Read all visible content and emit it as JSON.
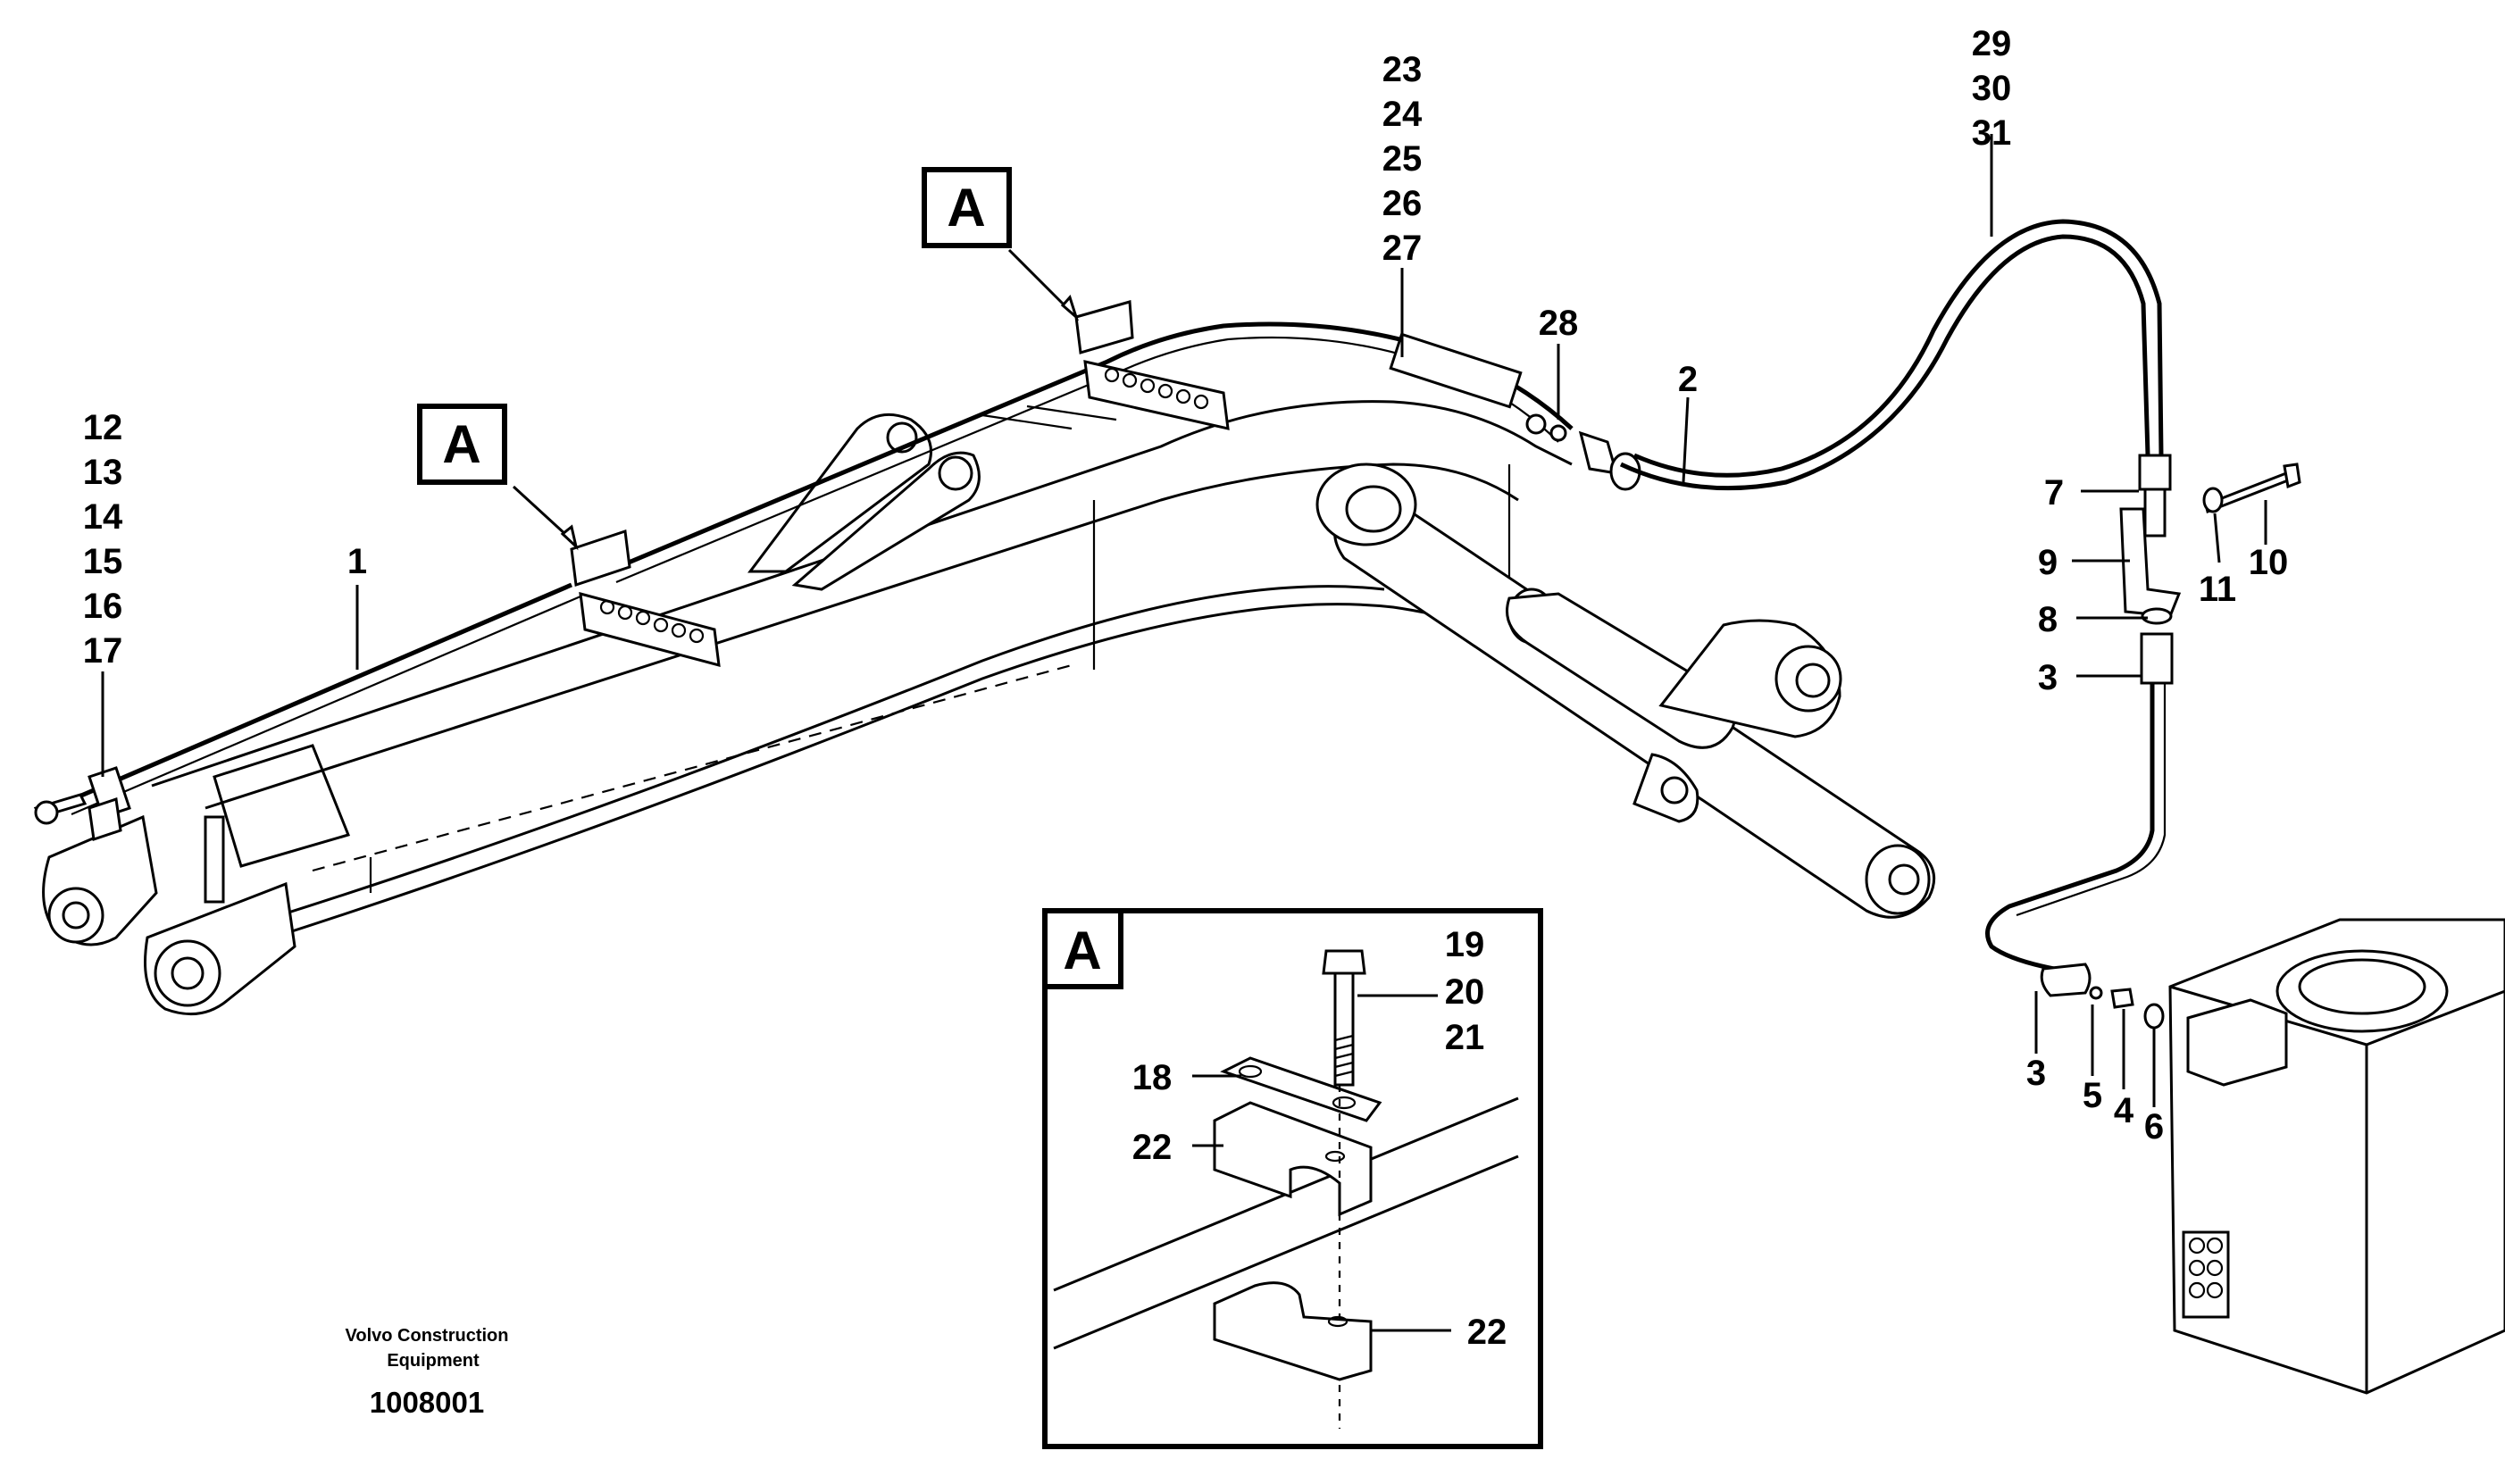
{
  "labels": {
    "c12": "12",
    "c13": "13",
    "c14": "14",
    "c15": "15",
    "c16": "16",
    "c17": "17",
    "c1": "1",
    "c2": "2",
    "c23": "23",
    "c24": "24",
    "c25": "25",
    "c26": "26",
    "c27": "27",
    "c28": "28",
    "c29": "29",
    "c30": "30",
    "c31": "31",
    "c7": "7",
    "c9": "9",
    "c8": "8",
    "c3a": "3",
    "c11": "11",
    "c10": "10",
    "c3b": "3",
    "c5": "5",
    "c4": "4",
    "c6": "6",
    "c19": "19",
    "c20": "20",
    "c21": "21",
    "c18": "18",
    "c22a": "22",
    "c22b": "22"
  },
  "view_markers": {
    "marker_1": "A",
    "marker_2": "A",
    "detail_title": "A"
  },
  "footer": {
    "company_line1": "Volvo Construction",
    "company_line2": "Equipment",
    "drawing_number": "1008001"
  }
}
